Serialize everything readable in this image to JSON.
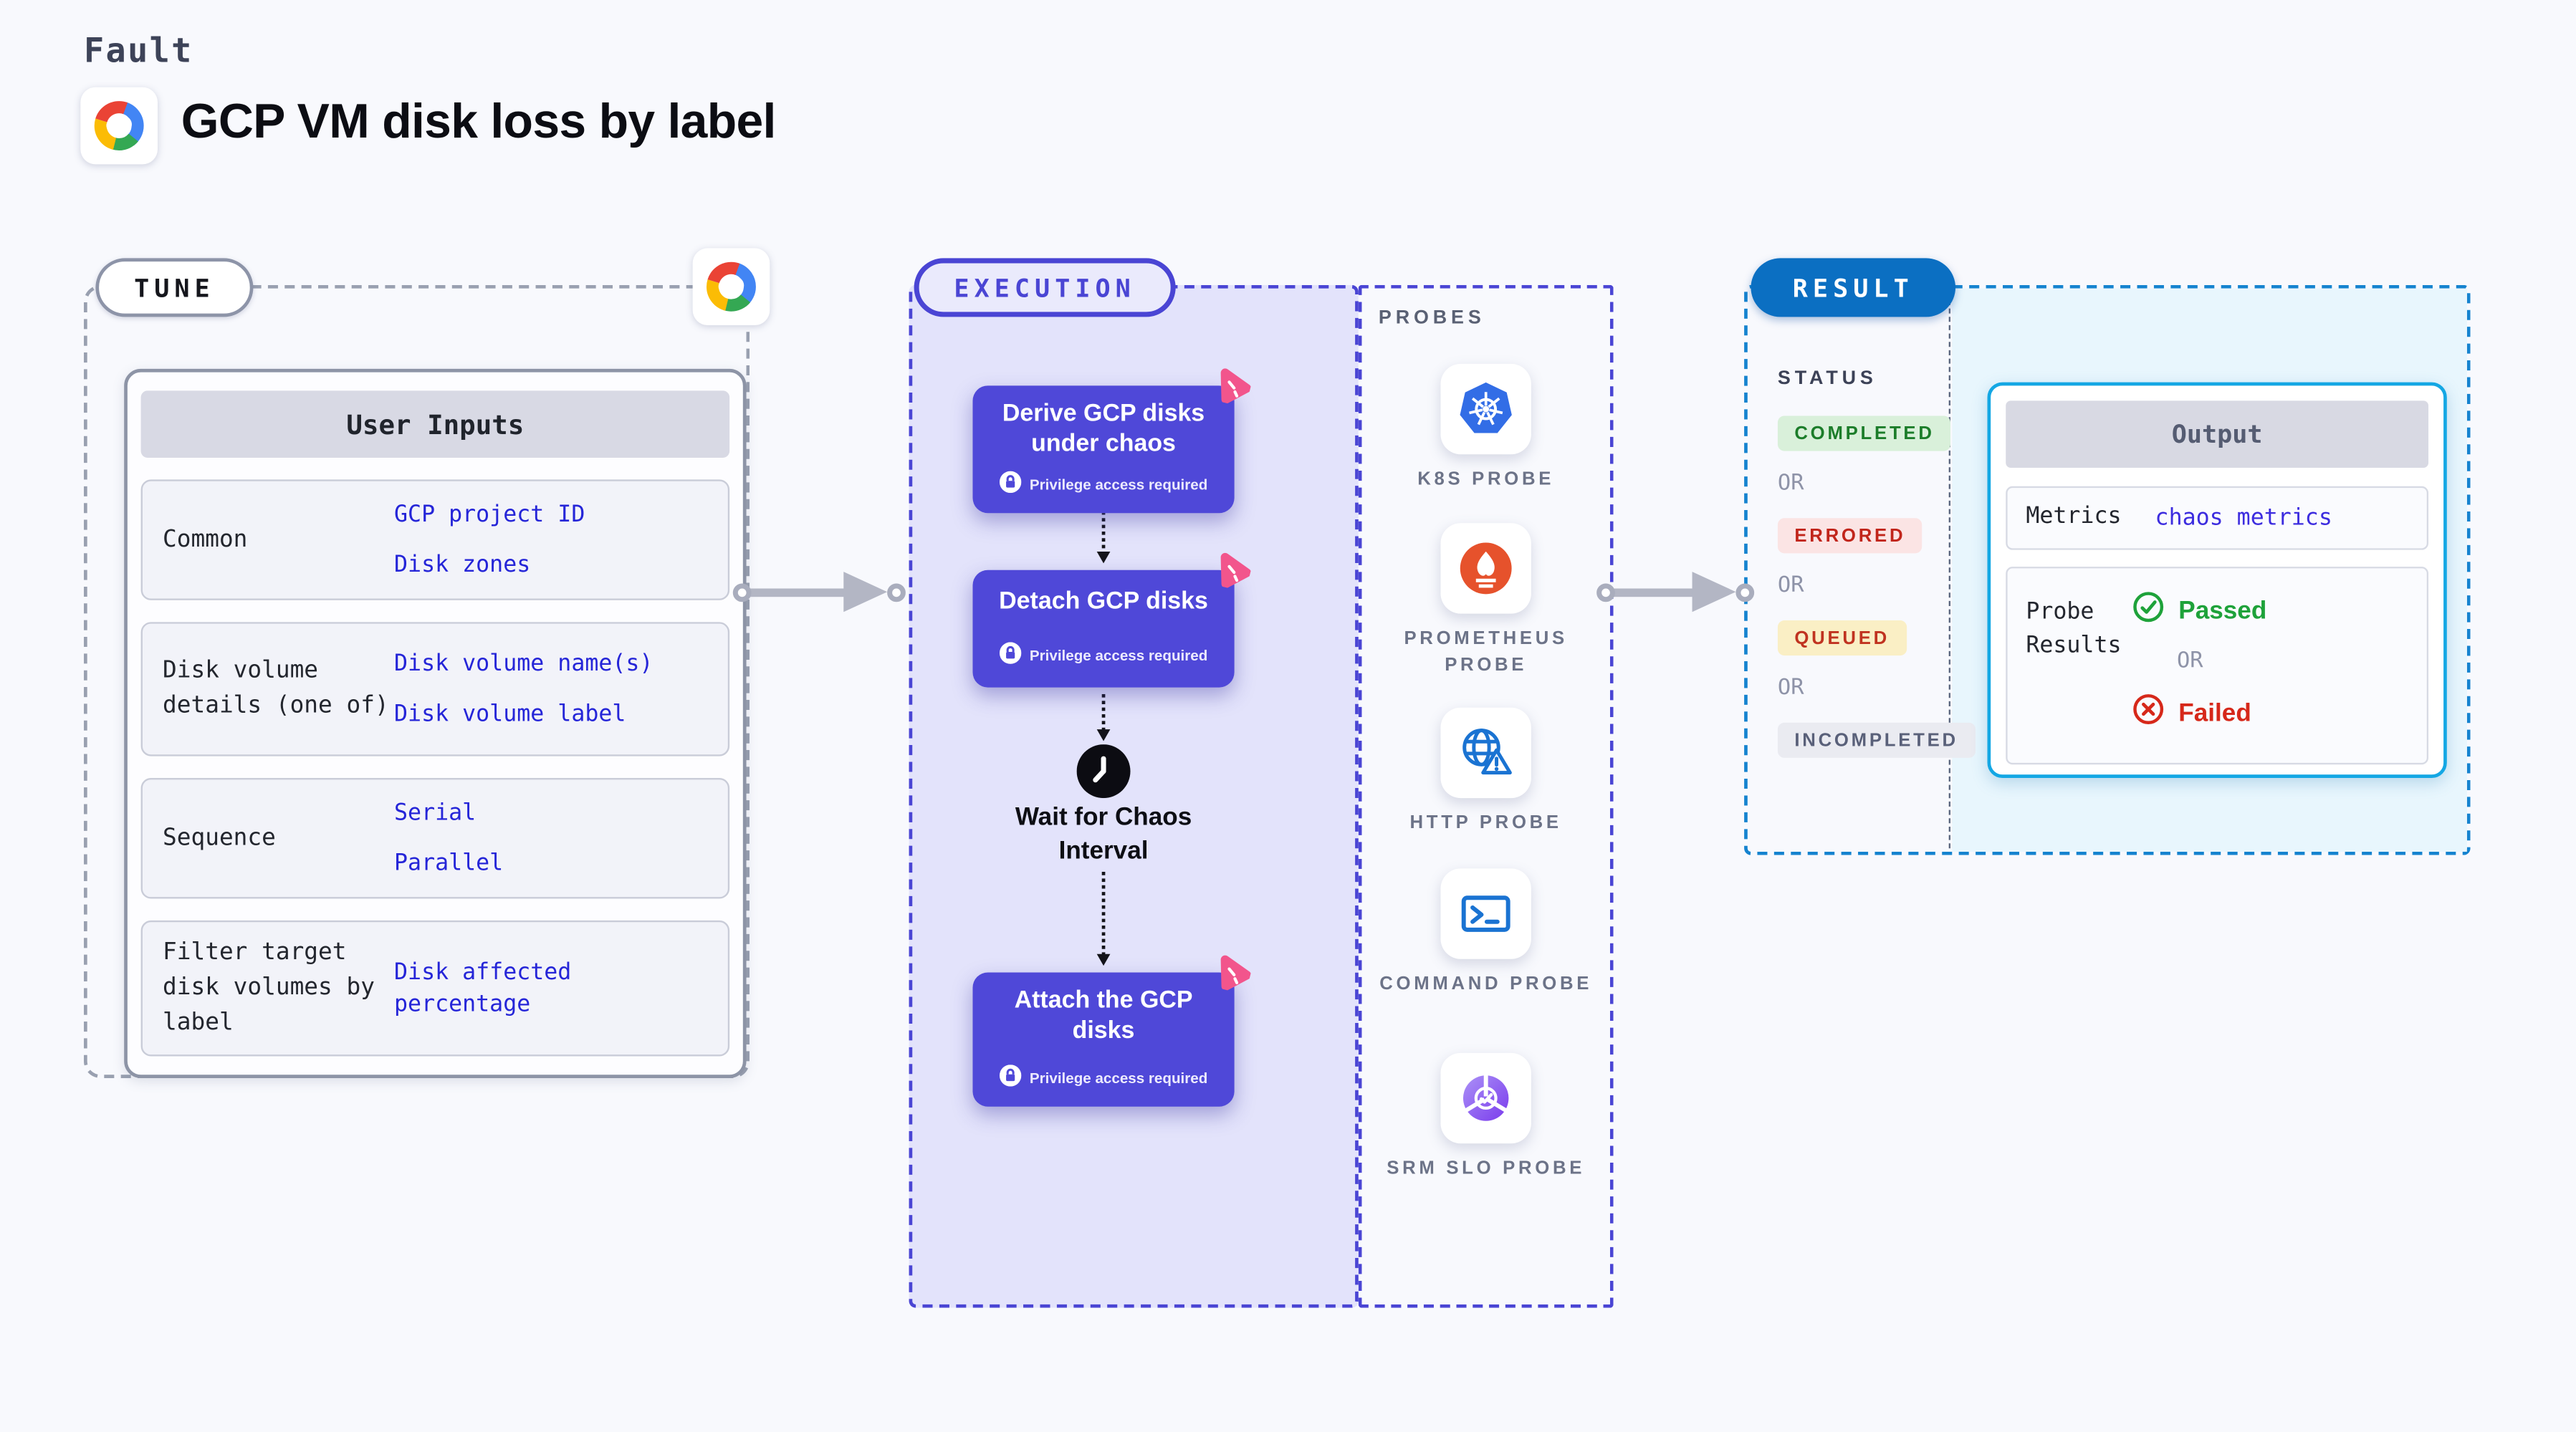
{
  "header": {
    "eyebrow": "Fault",
    "title": "GCP VM disk loss by label",
    "logo": "gcp-cloud-logo"
  },
  "tune": {
    "badge": "TUNE",
    "corner_icon": "gcp-cloud-logo",
    "table": {
      "header": "User Inputs",
      "rows": [
        {
          "label": "Common",
          "values": [
            "GCP project ID",
            "Disk zones"
          ]
        },
        {
          "label": "Disk volume details (one of)",
          "values": [
            "Disk volume name(s)",
            "Disk volume label"
          ]
        },
        {
          "label": "Sequence",
          "values": [
            "Serial",
            "Parallel"
          ]
        },
        {
          "label": "Filter target disk volumes by label",
          "values": [
            "Disk affected percentage"
          ]
        }
      ]
    }
  },
  "execution": {
    "badge": "EXECUTION",
    "steps": [
      {
        "title": "Derive GCP disks under chaos",
        "privilege": "Privilege access required"
      },
      {
        "title": "Detach GCP disks",
        "privilege": "Privilege access required"
      },
      {
        "title": "Attach the GCP disks",
        "privilege": "Privilege access required"
      }
    ],
    "wait_label": "Wait for Chaos Interval"
  },
  "probes": {
    "header": "PROBES",
    "items": [
      {
        "label": "K8S PROBE",
        "icon": "kubernetes-icon"
      },
      {
        "label": "PROMETHEUS PROBE",
        "icon": "prometheus-icon"
      },
      {
        "label": "HTTP PROBE",
        "icon": "globe-alert-icon"
      },
      {
        "label": "COMMAND PROBE",
        "icon": "terminal-icon"
      },
      {
        "label": "SRM SLO PROBE",
        "icon": "slo-gauge-icon"
      }
    ]
  },
  "result": {
    "badge": "RESULT",
    "status_header": "STATUS",
    "or_label": "OR",
    "statuses": [
      {
        "label": "COMPLETED",
        "bg": "#d9f0da",
        "color": "#1c7d2a"
      },
      {
        "label": "ERRORED",
        "bg": "#fbe4e4",
        "color": "#c1251b"
      },
      {
        "label": "QUEUED",
        "bg": "#faefc5",
        "color": "#c03320"
      },
      {
        "label": "INCOMPLETED",
        "bg": "#eaebf1",
        "color": "#596079"
      }
    ],
    "output": {
      "header": "Output",
      "metrics_label": "Metrics",
      "metrics_value": "chaos metrics",
      "probe_results_label": "Probe Results",
      "passed_label": "Passed",
      "failed_label": "Failed"
    }
  },
  "colors": {
    "page_bg": "#f8f9fd",
    "execution_bg": "#e3e3fb",
    "execution_accent": "#4a45d4",
    "step_bg": "#4f48d8",
    "litmus_pink": "#f2558c",
    "link_blue": "#2525d8",
    "metrics_blue": "#3c2cdf",
    "result_pill_blue": "#0b6fc2",
    "result_border_blue": "#1583cf",
    "output_border_cyan": "#14a7e4",
    "passed_green": "#1ea23a",
    "failed_red": "#d6281a"
  }
}
